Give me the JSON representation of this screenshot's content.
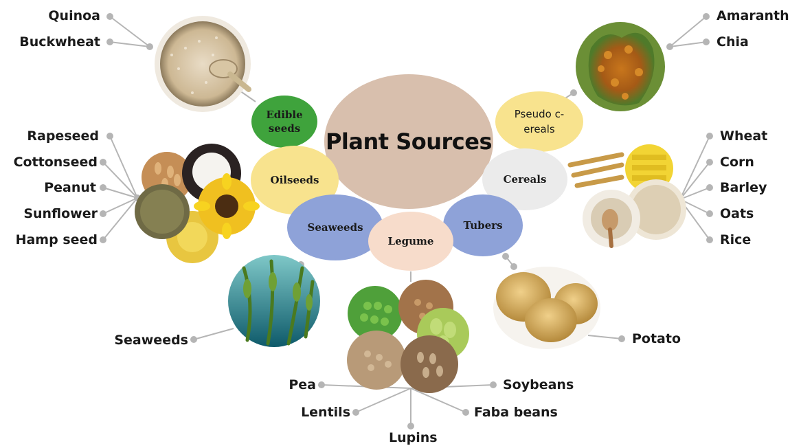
{
  "title": "Plant Sources",
  "colors": {
    "center": "#d8bfad",
    "edible": "#3fa33c",
    "oilseeds": "#f8e38e",
    "pseudo": "#f8e38e",
    "cereals": "#ebebeb",
    "seaweeds": "#8ea2d8",
    "legume": "#f7dccb",
    "tubers": "#8ea2d8",
    "connector": "#b0b0b0"
  },
  "categories": {
    "edible_seeds": "Edible seeds",
    "oilseeds": "Oilseeds",
    "pseudo_cereals": "Pseudo c-ereals",
    "cereals": "Cereals",
    "seaweeds": "Seaweeds",
    "legume": "Legume",
    "tubers": "Tubers"
  },
  "labels": {
    "quinoa": "Quinoa",
    "buckwheat": "Buckwheat",
    "amaranth": "Amaranth",
    "chia": "Chia",
    "rapeseed": "Rapeseed",
    "cottonseed": "Cottonseed",
    "peanut": "Peanut",
    "sunflower": "Sunflower",
    "hamp_seed": "Hamp seed",
    "wheat": "Wheat",
    "corn": "Corn",
    "barley": "Barley",
    "oats": "Oats",
    "rice": "Rice",
    "seaweeds": "Seaweeds",
    "potato": "Potato",
    "pea": "Pea",
    "lentils": "Lentils",
    "lupins": "Lupins",
    "soybeans": "Soybeans",
    "faba_beans": "Faba beans"
  },
  "images": {
    "quinoa_jar": "quinoa-jar-image",
    "amaranth_plant": "amaranth-plant-image",
    "oilseeds_collage": "oilseeds-collage-image",
    "cereals_collage": "cereals-collage-image",
    "seaweed_underwater": "seaweed-underwater-image",
    "legume_collage": "legume-collage-image",
    "potatoes": "potatoes-image"
  }
}
